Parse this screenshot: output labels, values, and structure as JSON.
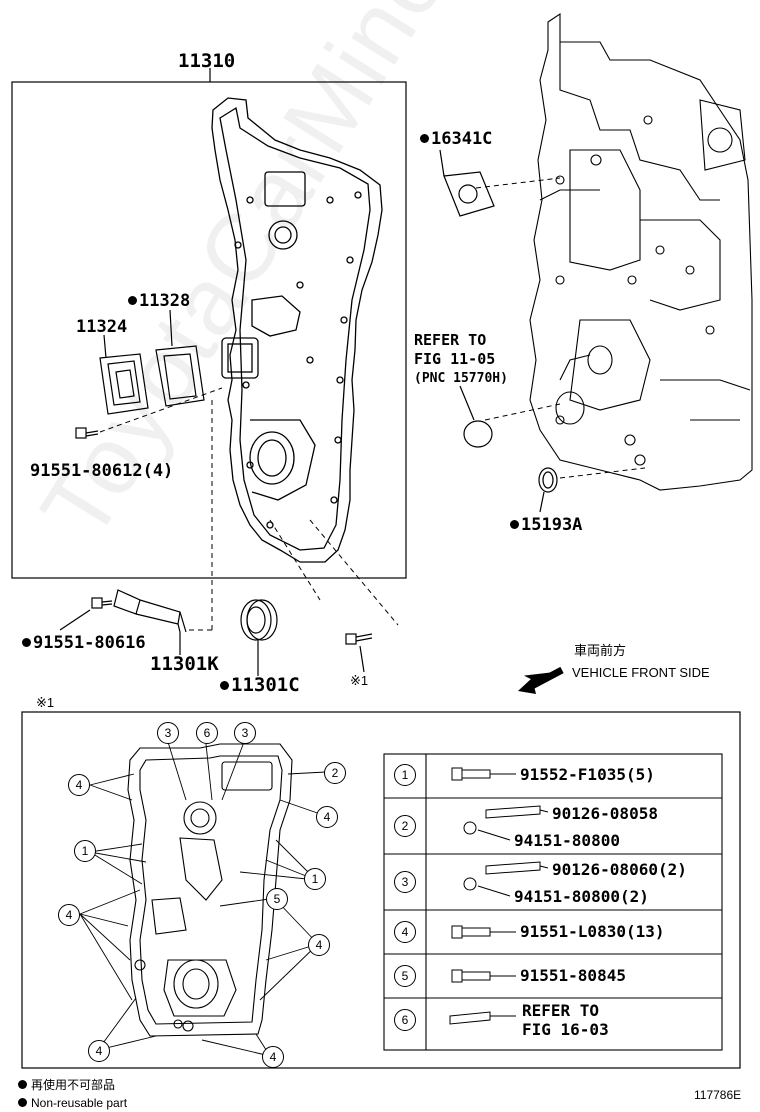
{
  "main_group": {
    "part_number": "11310",
    "parts": {
      "gasket_11328": "11328",
      "cover_11324": "11324",
      "bolt_91551_80612": "91551-80612(4)",
      "gasket_16341C": "16341C",
      "refer_line1": "REFER TO",
      "refer_line2": "FIG 11-05",
      "refer_line3": "(PNC 15770H)",
      "oring_15193A": "15193A",
      "bolt_91551_80616": "91551-80616",
      "sensor_11301K": "11301K",
      "seal_11301C": "11301C",
      "note_mark": "※1"
    }
  },
  "direction": {
    "jp_label": "車両前方",
    "en_label": "VEHICLE FRONT SIDE"
  },
  "detail_box": {
    "note_mark": "※1",
    "callouts": [
      "1",
      "2",
      "3",
      "4",
      "5",
      "6"
    ]
  },
  "bolt_table": [
    {
      "index": "1",
      "lines": [
        "91552-F1035(5)"
      ]
    },
    {
      "index": "2",
      "lines": [
        "90126-08058",
        "94151-80800"
      ]
    },
    {
      "index": "3",
      "lines": [
        "90126-08060(2)",
        "94151-80800(2)"
      ]
    },
    {
      "index": "4",
      "lines": [
        "91551-L0830(13)"
      ]
    },
    {
      "index": "5",
      "lines": [
        "91551-80845"
      ]
    },
    {
      "index": "6",
      "lines": [
        "REFER TO",
        "FIG 16-03"
      ]
    }
  ],
  "legend": {
    "jp": "再使用不可部品",
    "en": "Non-reusable part"
  },
  "figure_id": "117786E",
  "watermark": "ToyotaCarMine"
}
